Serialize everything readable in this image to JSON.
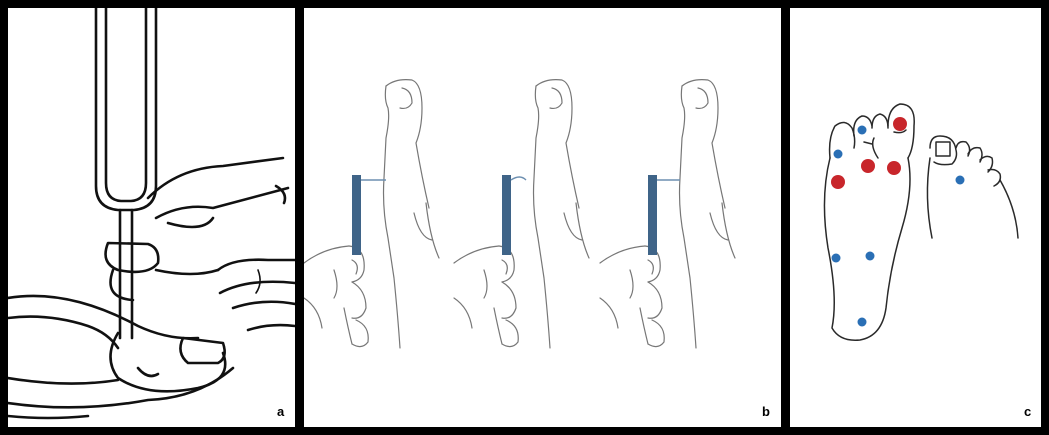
{
  "panels": [
    {
      "id": "a",
      "label": "a"
    },
    {
      "id": "b",
      "label": "b"
    },
    {
      "id": "c",
      "label": "c"
    }
  ],
  "colors": {
    "fork_blue": "#3f6488",
    "dot_red": "#c8262b",
    "dot_blue": "#2a6fb5"
  },
  "icons": [
    "tuning-fork-icon",
    "monofilament-icon",
    "foot-sole-icon"
  ]
}
